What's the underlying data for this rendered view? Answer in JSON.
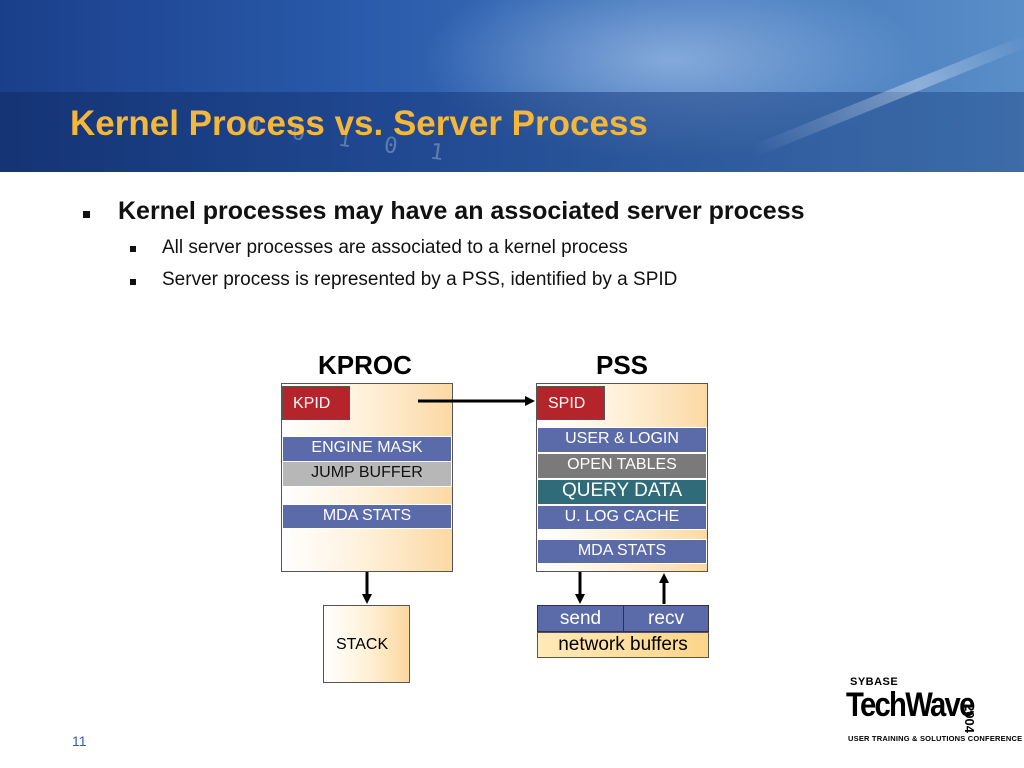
{
  "slide": {
    "title": "Kernel Process vs. Server Process",
    "page_number": "11"
  },
  "bullets": {
    "main": "Kernel processes may have an associated server process",
    "sub": [
      "All server processes are associated to a kernel process",
      "Server process is represented by a PSS, identified by a SPID"
    ]
  },
  "diagram": {
    "kproc": {
      "label": "KPROC",
      "id_field": "KPID",
      "fields": [
        "ENGINE MASK",
        "JUMP BUFFER",
        "MDA STATS"
      ],
      "stack_label": "STACK"
    },
    "pss": {
      "label": "PSS",
      "id_field": "SPID",
      "fields": [
        "USER & LOGIN",
        "OPEN TABLES",
        "QUERY DATA",
        "U. LOG CACHE",
        "MDA STATS"
      ],
      "send_label": "send",
      "recv_label": "recv",
      "network_label": "network buffers"
    }
  },
  "logo": {
    "brand": "SYBASE",
    "wordmark": "TechWave",
    "year": "2004",
    "tagline": "USER TRAINING & SOLUTIONS CONFERENCE"
  },
  "colors": {
    "title": "#f5b73a",
    "header_blue": "#2a5aab",
    "field_blue": "#5b6aa8",
    "field_gray": "#8c8c8c",
    "field_teal": "#2f6b78",
    "id_red": "#b5242a"
  }
}
